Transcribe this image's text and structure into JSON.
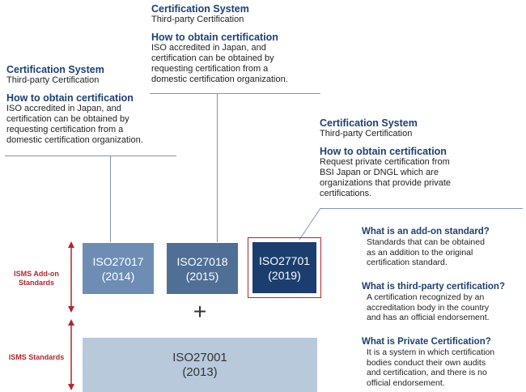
{
  "info_top": {
    "system_title": "Certification System",
    "system_value": "Third-party Certification",
    "obtain_title": "How to obtain certification",
    "obtain_lines": [
      "ISO accredited in Japan, and",
      "certification can be obtained by",
      "requesting certification from a",
      "domestic certification organization."
    ]
  },
  "info_left": {
    "system_title": "Certification System",
    "system_value": "Third-party Certification",
    "obtain_title": "How to obtain certification",
    "obtain_lines": [
      "ISO accredited in Japan, and",
      "certification can be obtained by",
      "requesting certification from a",
      "domestic certification organization."
    ]
  },
  "info_right": {
    "system_title": "Certification System",
    "system_value": "Third-party Certification",
    "obtain_title": "How to obtain certification",
    "obtain_lines": [
      "Request private certification from",
      "BSI Japan or DNGL which are",
      "organizations that provide private",
      "certifications."
    ]
  },
  "standards": {
    "iso27017": {
      "name": "ISO27017",
      "year": "(2014)"
    },
    "iso27018": {
      "name": "ISO27018",
      "year": "(2015)"
    },
    "iso27701": {
      "name": "ISO27701",
      "year": "(2019)"
    },
    "iso27001": {
      "name": "ISO27001",
      "year": "(2013)"
    },
    "plus": "+"
  },
  "side_labels": {
    "addon_line1": "ISMS Add-on",
    "addon_line2": "Standards",
    "isms": "ISMS Standards"
  },
  "faq": [
    {
      "q": "What is an add-on standard?",
      "a": [
        "Standards that can be obtained",
        "as an addition to the original",
        "certification standard."
      ]
    },
    {
      "q": "What is third-party certification?",
      "a": [
        "A certification recognized by an",
        "accreditation body in the country",
        "and has an official endorsement."
      ]
    },
    {
      "q": "What is Private Certification?",
      "a": [
        "It is a system in which certification",
        "bodies conduct their own audits",
        "and certification, and there is no",
        "official endorsement."
      ]
    }
  ],
  "colors": {
    "heading_blue": "#1d3f73",
    "box_light": "#6d8db4",
    "box_mid": "#4f6f96",
    "box_dark": "#1b3e6e",
    "box_base": "#b9c9dc",
    "accent_red": "#b3262d"
  }
}
